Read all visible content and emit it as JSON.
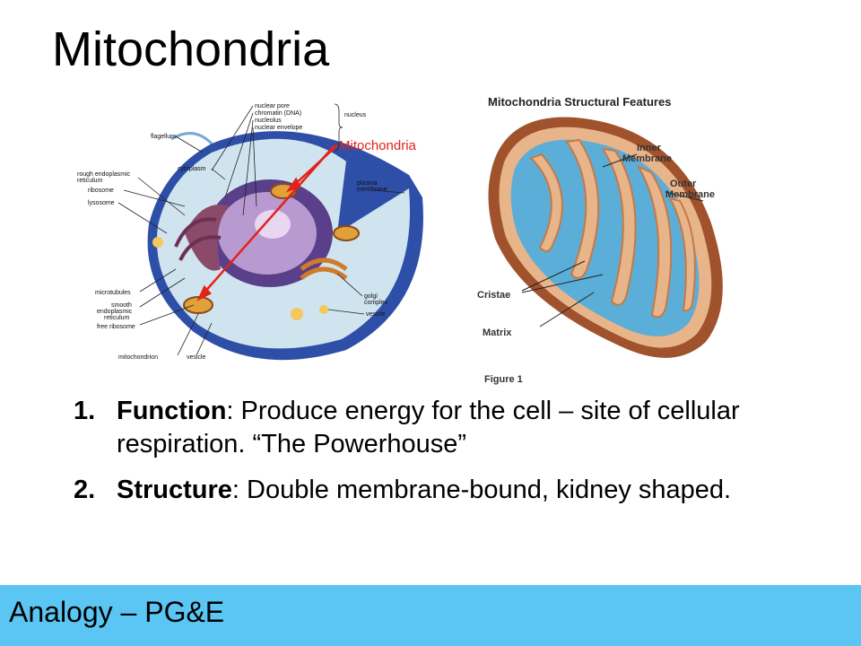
{
  "slide": {
    "title": "Mitochondria",
    "callout": "Mitochondria",
    "left_figure": {
      "labels": {
        "nuclear_pore": "nuclear pore",
        "chromatin": "chromatin (DNA)",
        "nucleolus": "nucleolus",
        "nuclear_envelope": "nuclear envelope",
        "nucleus": "nucleus",
        "flagellum": "flagellum",
        "rough_er": "rough endoplasmic",
        "rough_er_2": "reticulum",
        "cytoplasm": "cytoplasm",
        "ribosome": "ribosome",
        "lysosome": "lysosome",
        "plasma_membrane": "plasma",
        "plasma_membrane_2": "membrane",
        "golgi": "golgi",
        "golgi_2": "complex",
        "vesicle_right": "vesicle",
        "microtubules": "microtubules",
        "smooth_er": "smooth",
        "smooth_er_2": "endoplasmic",
        "smooth_er_3": "reticulum",
        "free_ribosome": "free ribosome",
        "mitochondrion": "mitochondrion",
        "vesicle_bottom": "vesicle"
      }
    },
    "right_figure": {
      "title": "Mitochondria Structural Features",
      "inner_membrane_1": "Inner",
      "inner_membrane_2": "Membrane",
      "outer_membrane_1": "Outer",
      "outer_membrane_2": "Membrane",
      "cristae": "Cristae",
      "matrix": "Matrix",
      "caption": "Figure 1"
    },
    "points": [
      {
        "number": "1.",
        "term": "Function",
        "text": ":  Produce energy for the cell – site of cellular  respiration.  “The Powerhouse”"
      },
      {
        "number": "2.",
        "term": "Structure",
        "text": ": Double membrane-bound, kidney shaped."
      }
    ],
    "footer": "Analogy – PG&E"
  },
  "colors": {
    "footer_bg": "#5bc6f3",
    "callout": "#e2231a",
    "membrane_brown": "#a0522d",
    "matrix_blue": "#5aaed8"
  }
}
